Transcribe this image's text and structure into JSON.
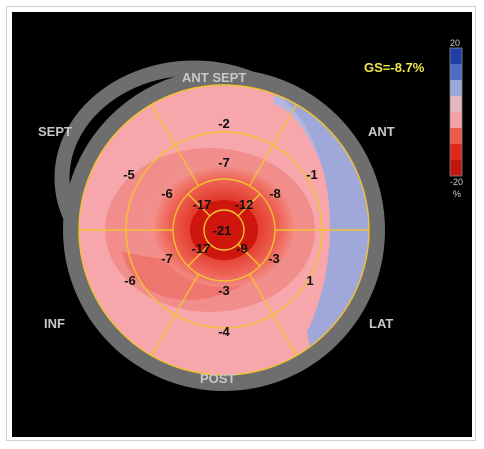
{
  "orientation_labels": {
    "ant_sept": "ANT SEPT",
    "sept": "SEPT",
    "ant": "ANT",
    "inf": "INF",
    "lat": "LAT",
    "post": "POST"
  },
  "global_strain": "GS=-8.7%",
  "color_scale": {
    "max_label": "20",
    "min_label": "-20",
    "unit": "%",
    "colors": [
      "#1f3fa8",
      "#4a6cc4",
      "#9aa8d8",
      "#e6b8c0",
      "#f7a0a8",
      "#ef5a4a",
      "#e0281e",
      "#c01810"
    ]
  },
  "segments": {
    "basal": [
      "-2",
      "-1",
      "1",
      "-4",
      "-6",
      "-5"
    ],
    "mid": [
      "-8",
      "-3",
      "-3",
      "-7",
      "-6",
      "-7"
    ],
    "apical": [
      "-12",
      "-9",
      "-17",
      "-17"
    ],
    "apex": "-21"
  },
  "colors": {
    "background": "#000000",
    "divider": "#f2c230",
    "ring": "#7a7a7a",
    "base_pink": "#f7a6ab"
  }
}
